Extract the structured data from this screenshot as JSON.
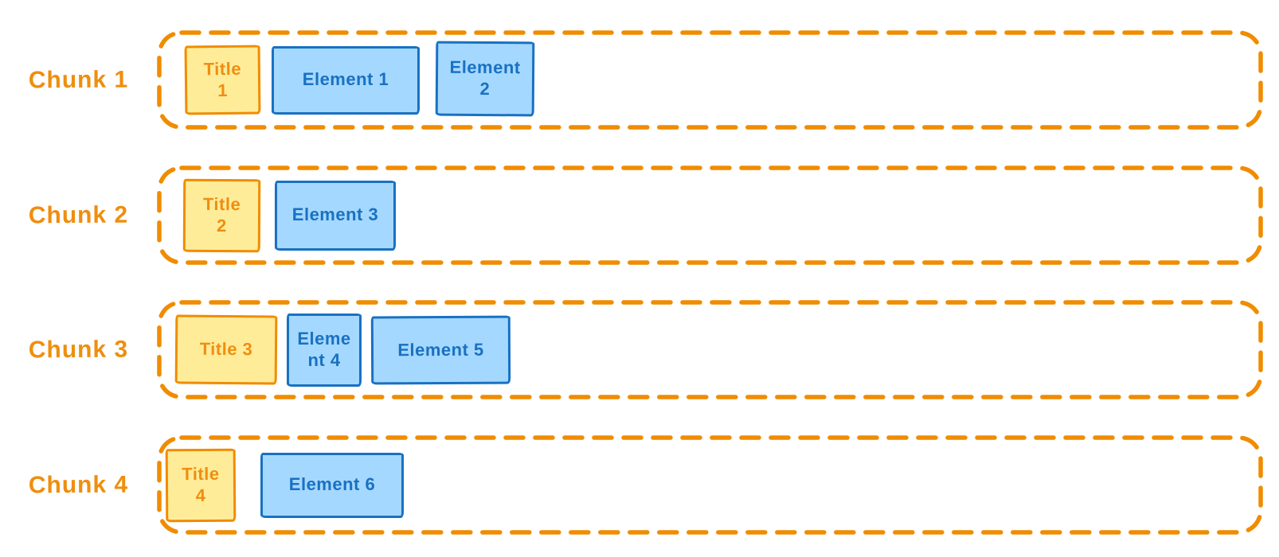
{
  "diagram": {
    "style": "hand-drawn sketch",
    "colors": {
      "orange": "#f08c00",
      "orange_text": "#ef8e0e",
      "yellow_fill": "#ffec99",
      "blue": "#1971c2",
      "blue_fill": "#a5d8ff",
      "background": "#ffffff"
    },
    "chunks": [
      {
        "label": "Chunk 1",
        "boxes": [
          {
            "kind": "title",
            "text": "Title 1",
            "lines": [
              "Title",
              "1"
            ]
          },
          {
            "kind": "element",
            "text": "Element 1",
            "lines": [
              "Element 1"
            ]
          },
          {
            "kind": "element",
            "text": "Element 2",
            "lines": [
              "Element",
              "2"
            ]
          }
        ]
      },
      {
        "label": "Chunk 2",
        "boxes": [
          {
            "kind": "title",
            "text": "Title 2",
            "lines": [
              "Title",
              "2"
            ]
          },
          {
            "kind": "element",
            "text": "Element 3",
            "lines": [
              "Element 3"
            ]
          }
        ]
      },
      {
        "label": "Chunk 3",
        "boxes": [
          {
            "kind": "title",
            "text": "Title 3",
            "lines": [
              "Title 3"
            ]
          },
          {
            "kind": "element",
            "text": "Element 4",
            "lines": [
              "Eleme",
              "nt 4"
            ]
          },
          {
            "kind": "element",
            "text": "Element 5",
            "lines": [
              "Element 5"
            ]
          }
        ]
      },
      {
        "label": "Chunk 4",
        "boxes": [
          {
            "kind": "title",
            "text": "Title 4",
            "lines": [
              "Title",
              "4"
            ]
          },
          {
            "kind": "element",
            "text": "Element 6",
            "lines": [
              "Element 6"
            ]
          }
        ]
      }
    ]
  }
}
